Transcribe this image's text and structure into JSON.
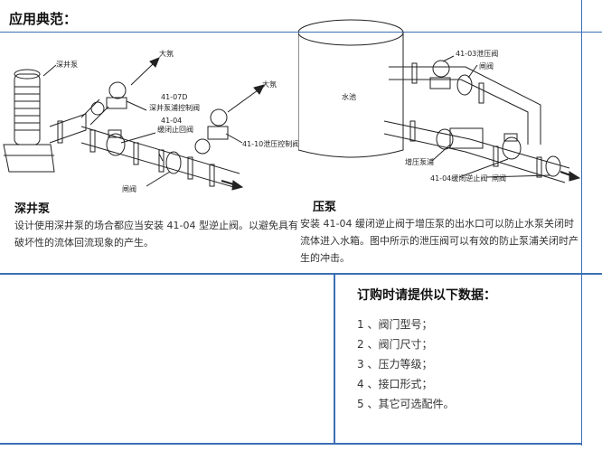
{
  "page_title": "应用典范：",
  "left_section": {
    "heading": "深井泵",
    "text": "设计使用深井泵的场合都应当安装 41-04 型逆止阀。以避免具有破坏性的流体回流现象的产生。"
  },
  "right_section": {
    "heading": "压泵",
    "text": "安装 41-04 缓闭逆止阀于增压泵的出水口可以防止水泵关闭时流体进入水箱。图中所示的泄压阀可以有效的防止泵浦关闭时产生的冲击。"
  },
  "diagram_left": {
    "labels": {
      "pump": "深井泵",
      "air1": "大氛",
      "valve_070": "41-07D",
      "valve_070_desc": "深井泵浦控制阀",
      "air2": "大氛",
      "check_code": "41-04",
      "check_desc": "缓闭止回阀",
      "control": "41-10泄压控制阀",
      "gate": "闸阀"
    }
  },
  "diagram_right": {
    "labels": {
      "tank": "水池",
      "relief": "41-03泄压阀",
      "gate_top": "闸阀",
      "booster": "增压泵浦",
      "check": "41-04缓闭逆止阀",
      "gate_bottom": "闸阀"
    }
  },
  "order": {
    "title": "订购时请提供以下数据：",
    "items": [
      "1 、阀门型号；",
      "2 、阀门尺寸；",
      "3 、压力等级；",
      "4 、接口形式；",
      "5 、其它可选配件。"
    ]
  }
}
